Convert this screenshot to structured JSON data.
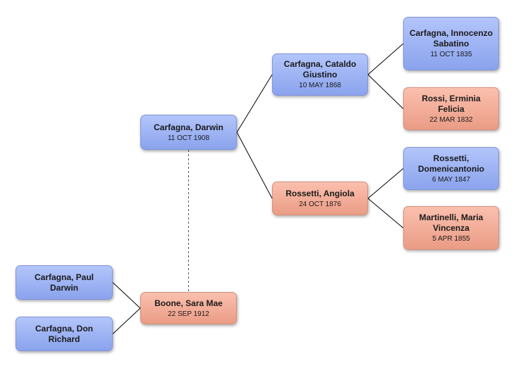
{
  "people": {
    "darwin": {
      "name": "Carfagna, Darwin",
      "date": "11 OCT 1908",
      "sex": "male"
    },
    "cataldo": {
      "name": "Carfagna, Cataldo Giustino",
      "date": "10 MAY 1868",
      "sex": "male"
    },
    "angiola": {
      "name": "Rossetti, Angiola",
      "date": "24 OCT 1876",
      "sex": "female"
    },
    "innocenzo": {
      "name": "Carfagna, Innocenzo Sabatino",
      "date": "11 OCT 1835",
      "sex": "male"
    },
    "erminia": {
      "name": "Rossi, Erminia Felicia",
      "date": "22 MAR 1832",
      "sex": "female"
    },
    "domenicantonio": {
      "name": "Rossetti, Domenicantonio",
      "date": "6 MAY 1847",
      "sex": "male"
    },
    "maria": {
      "name": "Martinelli, Maria Vincenza",
      "date": "5 APR 1855",
      "sex": "female"
    },
    "sara": {
      "name": "Boone, Sara Mae",
      "date": "22 SEP 1912",
      "sex": "female"
    },
    "paul": {
      "name": "Carfagna, Paul Darwin",
      "sex": "male"
    },
    "don": {
      "name": "Carfagna, Don Richard",
      "sex": "male"
    }
  },
  "relations": {
    "parents": [
      {
        "child": "darwin",
        "parent": "cataldo"
      },
      {
        "child": "darwin",
        "parent": "angiola"
      },
      {
        "child": "cataldo",
        "parent": "innocenzo"
      },
      {
        "child": "cataldo",
        "parent": "erminia"
      },
      {
        "child": "angiola",
        "parent": "domenicantonio"
      },
      {
        "child": "angiola",
        "parent": "maria"
      },
      {
        "child": "paul",
        "parent": "sara"
      },
      {
        "child": "don",
        "parent": "sara"
      }
    ],
    "spouses": [
      {
        "a": "darwin",
        "b": "sara"
      }
    ]
  },
  "colors": {
    "male": "#9cb2f3",
    "female": "#f3ae98",
    "line": "#000000",
    "spouse_line": "#555555"
  }
}
